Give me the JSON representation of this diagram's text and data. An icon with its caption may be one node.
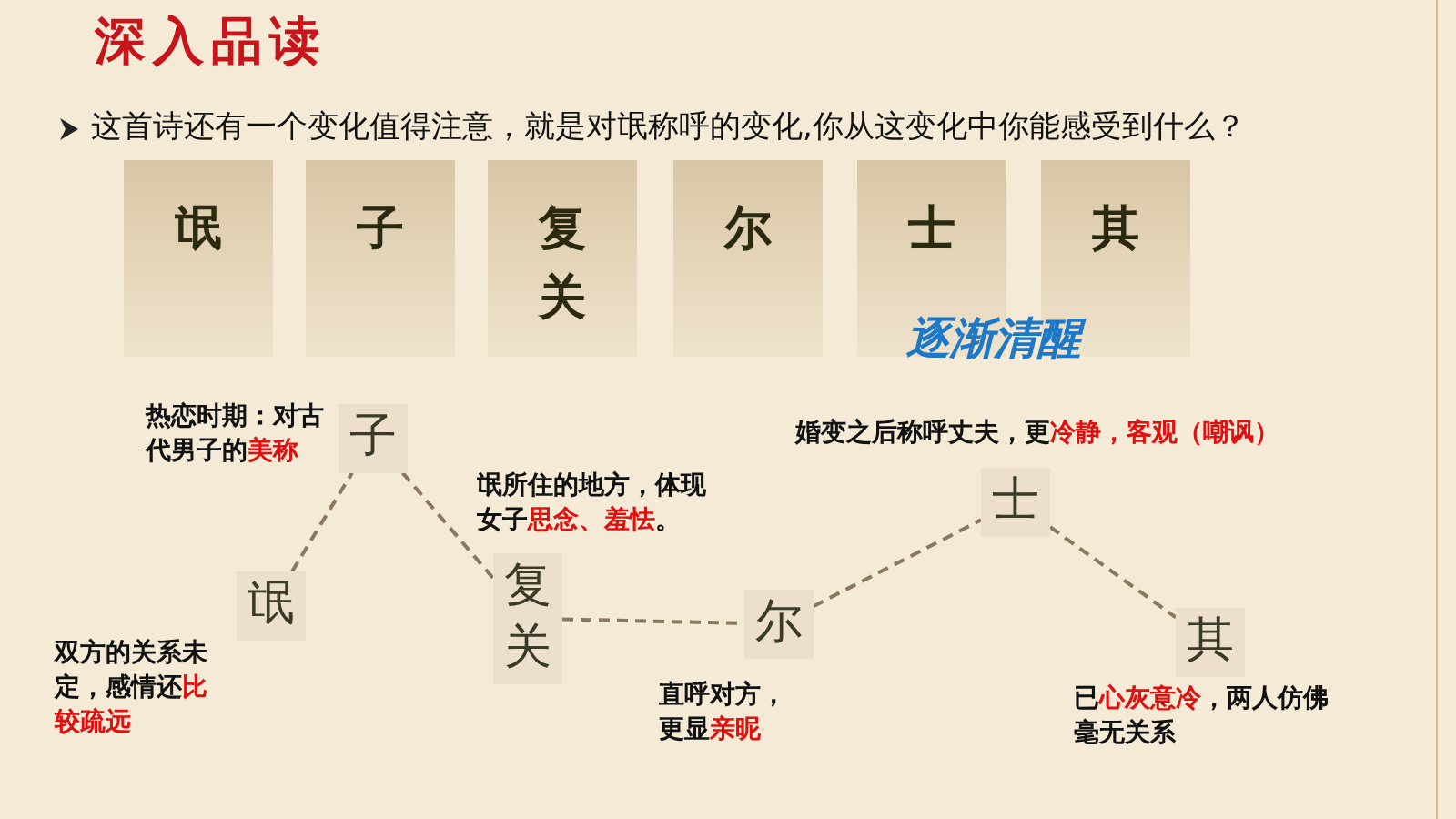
{
  "diagram": {
    "title": "深入品读",
    "nodes": [
      {
        "text": [
          "氓"
        ]
      },
      {
        "text": [
          "子"
        ]
      },
      {
        "text": [
          "复关"
        ]
      },
      {
        "text": [
          "尔"
        ]
      },
      {
        "text": [
          "士"
        ]
      },
      {
        "text": [
          "其"
        ]
      },
      {
        "text": [
          "子"
        ],
        "beside": [
          "热恋时期：对古代男子的**美称**"
        ]
      },
      {
        "text": [
          "氓"
        ],
        "beside": [
          "双方的关系未定，感情还**比较疏远**"
        ]
      },
      {
        "text": [
          "复关"
        ],
        "beside": [
          "氓所住的地方，体现女子**思念、羞怯**。"
        ]
      },
      {
        "text": [
          "尔"
        ],
        "beside": [
          "直呼对方，更显**亲昵**"
        ]
      },
      {
        "text": [
          "士"
        ],
        "beside": [
          "婚变之后称呼丈夫，更**冷静，客观（嘲讽）**"
        ]
      },
      {
        "text": [
          "其"
        ],
        "beside": [
          "已**心灰意冷**，两人仿佛毫无关系"
        ]
      }
    ],
    "edges": [
      {
        "from": 7,
        "to": 6,
        "arrow": "none",
        "style": "dashed"
      },
      {
        "from": 6,
        "to": 8,
        "arrow": "none",
        "style": "dashed"
      },
      {
        "from": 8,
        "to": 9,
        "arrow": "none",
        "style": "dashed"
      },
      {
        "from": 9,
        "to": 10,
        "arrow": "none",
        "style": "dashed"
      },
      {
        "from": 10,
        "to": 11,
        "arrow": "none",
        "style": "dashed"
      }
    ],
    "labels": [
      "这首诗还有一个变化值得注意，就是对氓称呼的变化,你从这变化中你能感受到什么？",
      "逐渐清醒"
    ]
  }
}
